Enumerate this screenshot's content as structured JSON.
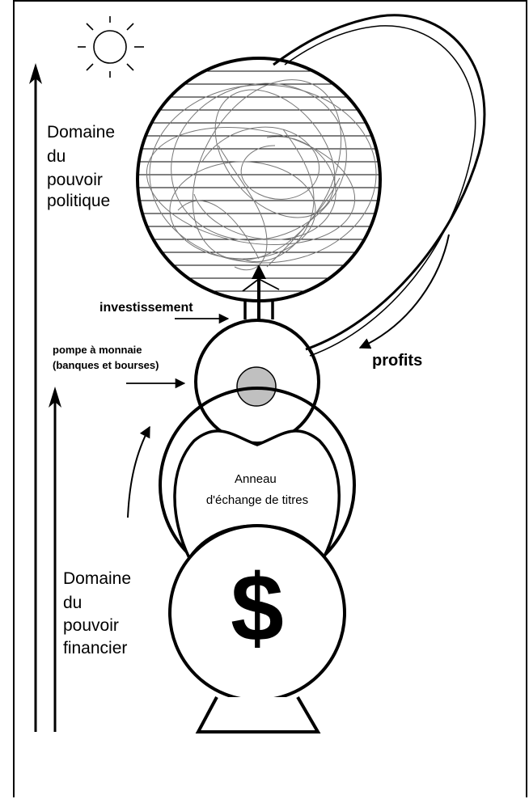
{
  "labels": {
    "political_domain": [
      "Domaine",
      "du",
      "pouvoir",
      "politique"
    ],
    "financial_domain": [
      "Domaine",
      "du",
      "pouvoir",
      "financier"
    ],
    "investment": "investissement",
    "pump": [
      "pompe à monnaie",
      "(banques et bourses)"
    ],
    "profits": "profits",
    "ring": [
      "Anneau",
      "d'échange de titres"
    ],
    "currency_symbol": "$"
  },
  "icons": {
    "sun": "sun-icon",
    "globe": "globe-icon",
    "pump_core": "pump-core-circle"
  }
}
